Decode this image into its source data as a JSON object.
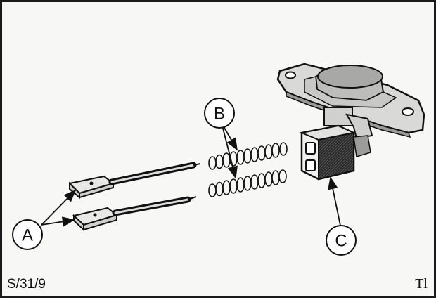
{
  "figure": {
    "reference": "S/31/9",
    "number": "Tl"
  },
  "callouts": {
    "a": "A",
    "b": "B",
    "c": "C"
  }
}
